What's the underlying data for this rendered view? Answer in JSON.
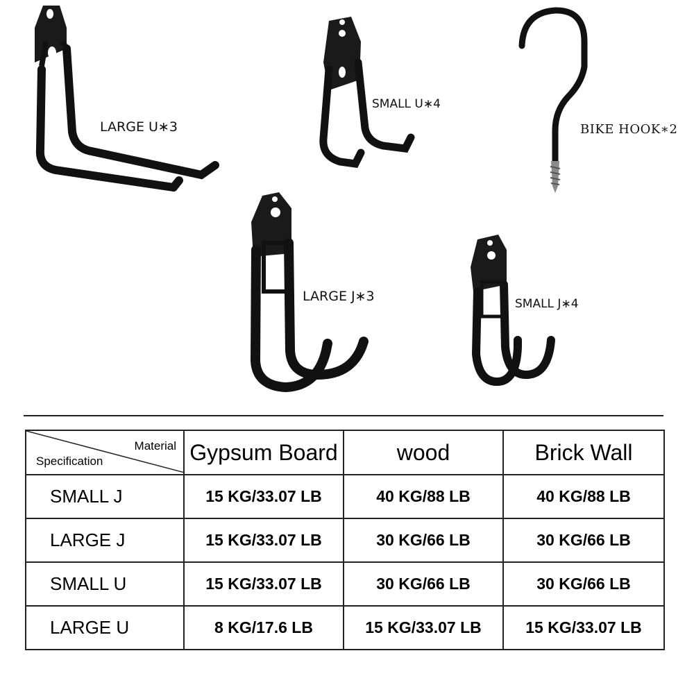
{
  "hooks": {
    "large_u": "LARGE U∗3",
    "small_u": "SMALL U∗4",
    "bike_hook": "BIKE HOOK∗2",
    "large_j": "LARGE J∗3",
    "small_j": "SMALL J∗4"
  },
  "table": {
    "corner_material": "Material",
    "corner_specification": "Specification",
    "columns": [
      "Gypsum Board",
      "wood",
      "Brick Wall"
    ],
    "rows": [
      {
        "name": "SMALL J",
        "values": [
          "15 KG/33.07 LB",
          "40 KG/88 LB",
          "40 KG/88 LB"
        ]
      },
      {
        "name": "LARGE J",
        "values": [
          "15 KG/33.07 LB",
          "30 KG/66 LB",
          "30 KG/66 LB"
        ]
      },
      {
        "name": "SMALL U",
        "values": [
          "15 KG/33.07 LB",
          "30 KG/66 LB",
          "30 KG/66 LB"
        ]
      },
      {
        "name": "LARGE U",
        "values": [
          "8 KG/17.6 LB",
          "15 KG/33.07 LB",
          "15 KG/33.07 LB"
        ]
      }
    ]
  }
}
